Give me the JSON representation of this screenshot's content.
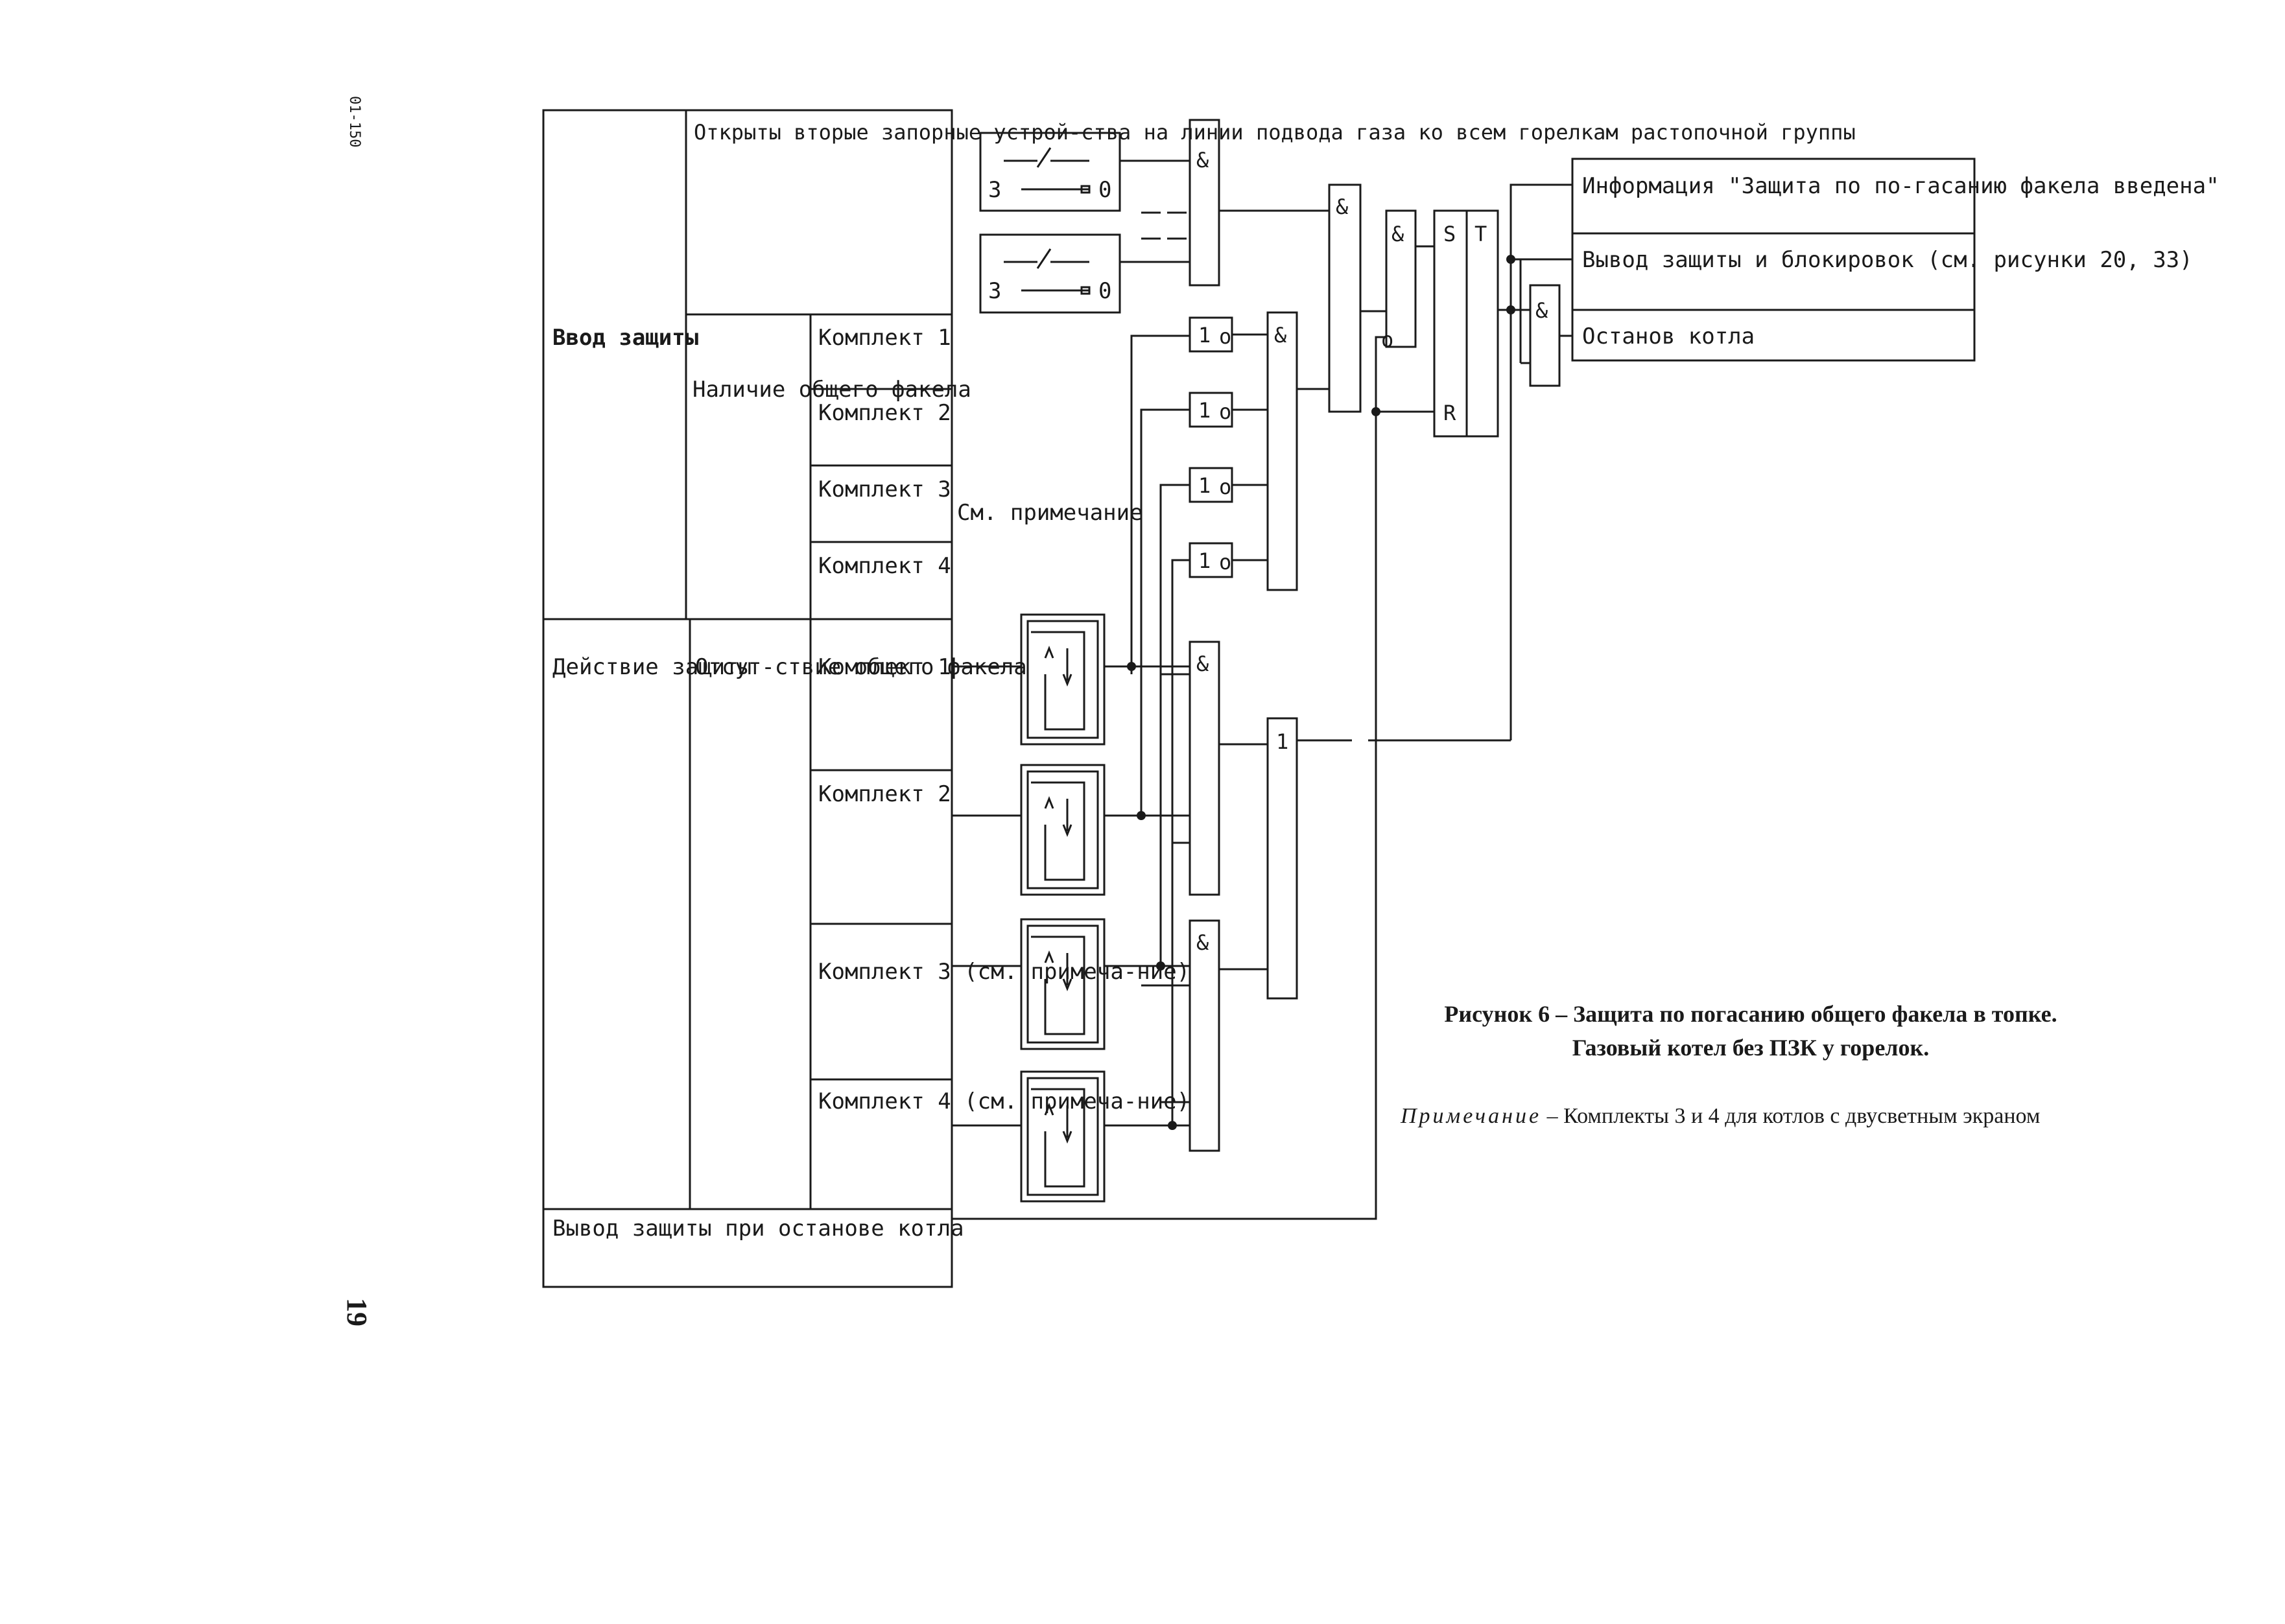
{
  "margin": {
    "code": "01-150",
    "page_number": "19"
  },
  "table": {
    "enable_group": "Ввод защиты",
    "doors_open": "Открыты вторые запорные устрой-ства на линии подвода газа ко всем горелкам растопочной группы",
    "flame_present": "Наличие общего факела",
    "kit1": "Комплект 1",
    "kit2": "Комплект 2",
    "kit3": "Комплект 3",
    "kit4": "Комплект 4",
    "action_group": "Действие защиты",
    "flame_absent": "Отсут-ствие общего факела",
    "kit3_note": "Комплект 3 (см. примеча-ние)",
    "kit4_note": "Комплект 4 (см. примеча-ние)",
    "disable_on_stop": "Вывод защиты при останове котла"
  },
  "see_note": "См. примечание",
  "logic": {
    "and": "&",
    "or": "1",
    "not_one": "1",
    "inv": "o",
    "s": "S",
    "r": "R",
    "t": "T",
    "sw_closed": "3",
    "sw_open": "0"
  },
  "outputs": {
    "info": "Информация \"Защита по по-гасанию факела введена\"",
    "disable": "Вывод защиты и блокировок (см. рисунки 20, 33)",
    "stop": "Останов котла"
  },
  "caption": {
    "title_line1": "Рисунок 6 – Защита по погасанию общего факела в топке.",
    "title_line2": "Газовый котел без ПЗК у горелок.",
    "note_label": "Примечание",
    "note_text": "– Комплекты 3 и 4 для котлов с двусветным экраном"
  }
}
